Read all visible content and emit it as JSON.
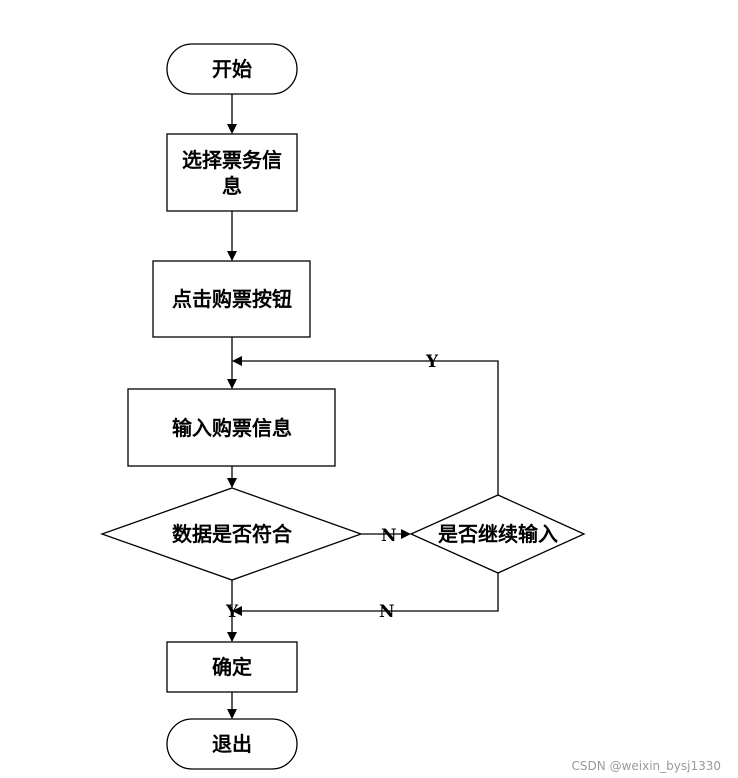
{
  "nodes": {
    "start": "开始",
    "select_ticket": [
      "选择票务信",
      "息"
    ],
    "click_buy": "点击购票按钮",
    "input_info": "输入购票信息",
    "check_data": "数据是否符合",
    "continue_input": "是否继续输入",
    "confirm": "确定",
    "exit": "退出"
  },
  "edge_labels": {
    "check_no": "N",
    "continue_yes": "Y",
    "continue_no": "N",
    "check_yes": "Y"
  },
  "watermark": "CSDN @weixin_bysj1330"
}
